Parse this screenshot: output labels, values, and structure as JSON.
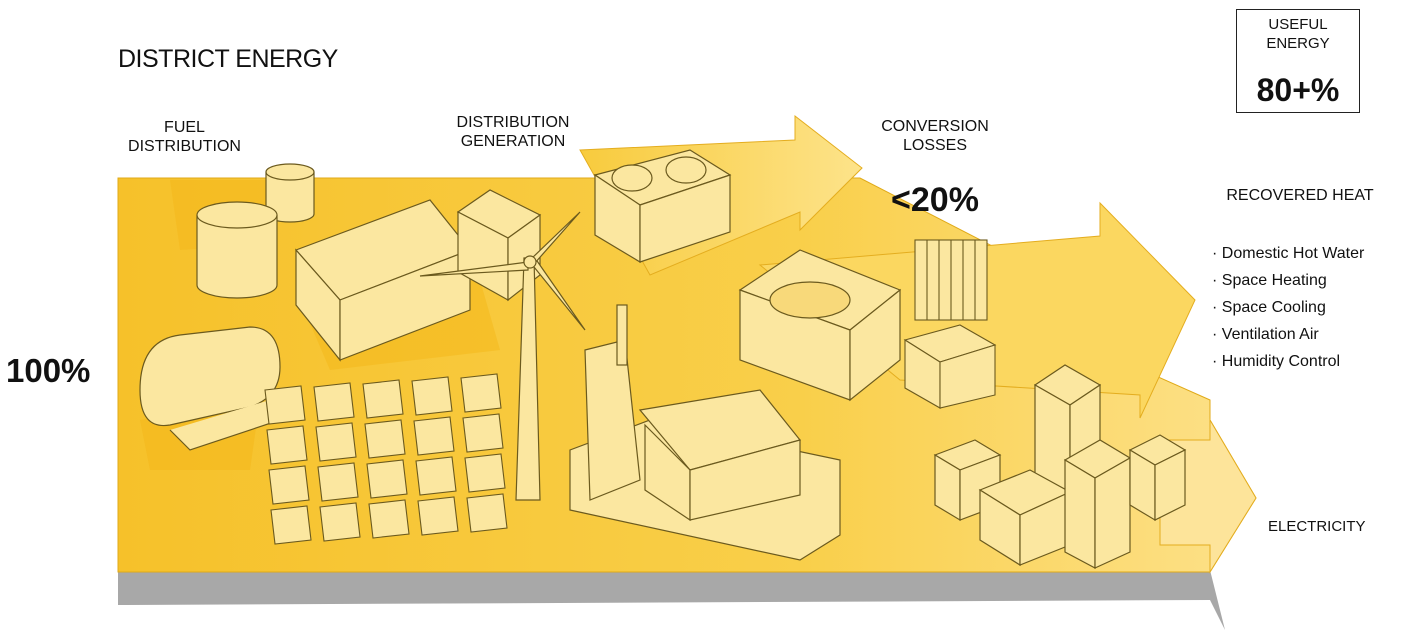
{
  "title": "DISTRICT ENERGY",
  "labels": {
    "fuel_distribution": "FUEL DISTRIBUTION",
    "distribution_generation": "DISTRIBUTION GENERATION",
    "conversion_losses": "CONVERSION LOSSES",
    "conversion_losses_value": "<20%",
    "input_value": "100%",
    "useful_energy": "USEFUL ENERGY",
    "useful_energy_value": "80+%",
    "recovered_heat": "RECOVERED HEAT",
    "electricity": "ELECTRICITY"
  },
  "recovered_heat_uses": [
    "Domestic Hot Water",
    "Space Heating",
    "Space Cooling",
    "Ventilation Air",
    "Humidity Control"
  ],
  "colors": {
    "arrow_fill": "#f7c52b",
    "arrow_light": "#fde38a",
    "arrow_shadow": "#a9a9a9",
    "object_fill": "#fbe7a0",
    "outline": "#6b5a1e"
  }
}
